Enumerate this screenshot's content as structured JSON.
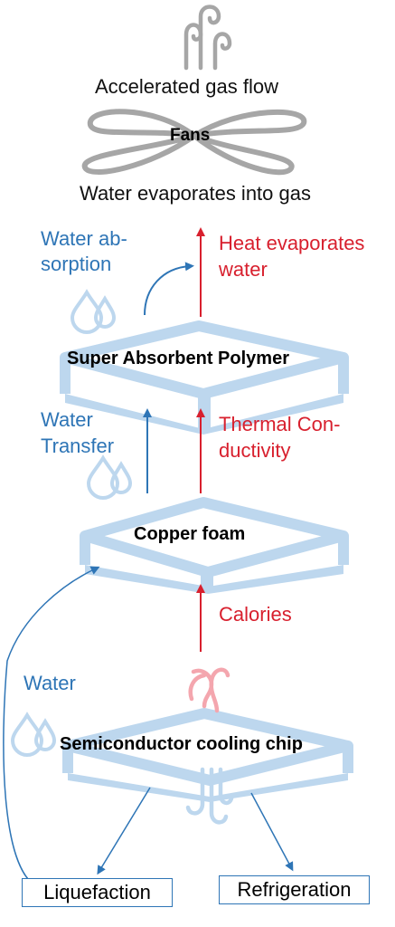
{
  "labels": {
    "accelerated_gas_flow": "Accelerated gas flow",
    "fans": "Fans",
    "water_evaporates": "Water evaporates into gas",
    "water_absorption_1": "Water ab-",
    "water_absorption_2": "sorption",
    "heat_evaporates_1": "Heat evaporates",
    "heat_evaporates_2": "water",
    "sap": "Super Absorbent Polymer",
    "water_transfer_1": "Water",
    "water_transfer_2": "Transfer",
    "thermal_1": "Thermal Con-",
    "thermal_2": "ductivity",
    "copper_foam": "Copper foam",
    "calories": "Calories",
    "water": "Water",
    "chip": "Semiconductor cooling chip",
    "liquefaction": "Liquefaction",
    "refrigeration": "Refrigeration"
  },
  "colors": {
    "blue": "#2E75B6",
    "light_blue": "#BDD7EE",
    "red": "#D8202E",
    "pink": "#F4A6AE",
    "gray": "#A6A6A6"
  },
  "icons": [
    "gas-flow-icon",
    "fan-icon",
    "water-drops-icon",
    "heat-wave-icon",
    "cold-wave-icon"
  ]
}
